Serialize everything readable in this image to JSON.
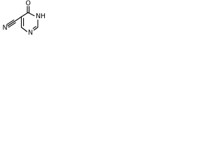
{
  "molecule": {
    "atoms": {
      "oxygen": "O",
      "nitrogen_ring_nh": "N",
      "hydrogen_nh": "H",
      "nitrogen_ring_lower": "N",
      "nitrogen_nitrile": "N"
    }
  }
}
